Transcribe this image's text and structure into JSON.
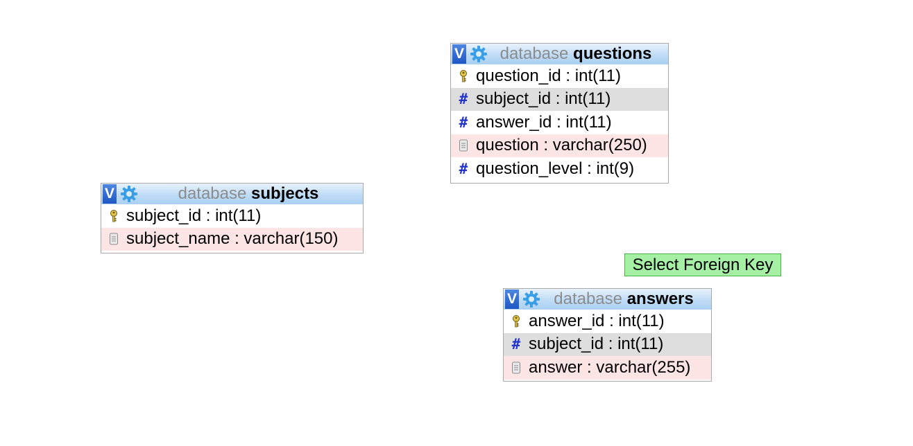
{
  "tables": {
    "questions": {
      "v_label": "V",
      "db_word": "database",
      "name": "questions",
      "rows": [
        {
          "text": "question_id : int(11)",
          "icon": "key-icon"
        },
        {
          "text": "subject_id : int(11)",
          "icon": "hash-icon"
        },
        {
          "text": "answer_id : int(11)",
          "icon": "hash-icon"
        },
        {
          "text": "question : varchar(250)",
          "icon": "text-field-icon"
        },
        {
          "text": "question_level : int(9)",
          "icon": "hash-icon"
        }
      ]
    },
    "subjects": {
      "v_label": "V",
      "db_word": "database",
      "name": "subjects",
      "rows": [
        {
          "text": "subject_id : int(11)",
          "icon": "key-icon"
        },
        {
          "text": "subject_name : varchar(150)",
          "icon": "text-field-icon"
        }
      ]
    },
    "answers": {
      "v_label": "V",
      "db_word": "database",
      "name": "answers",
      "rows": [
        {
          "text": "answer_id : int(11)",
          "icon": "key-icon"
        },
        {
          "text": "subject_id : int(11)",
          "icon": "hash-icon"
        },
        {
          "text": "answer : varchar(255)",
          "icon": "text-field-icon"
        }
      ]
    }
  },
  "foreign_key_button": {
    "label": "Select Foreign Key"
  },
  "colors": {
    "header_blue": "#bfdcf6",
    "v_button": "#1f56c2",
    "gear": "#3a9ee6",
    "row_gray": "#dedede",
    "row_pink": "#fde5e5",
    "fk_green": "#a6f0a6",
    "hash_blue": "#2233cc"
  }
}
